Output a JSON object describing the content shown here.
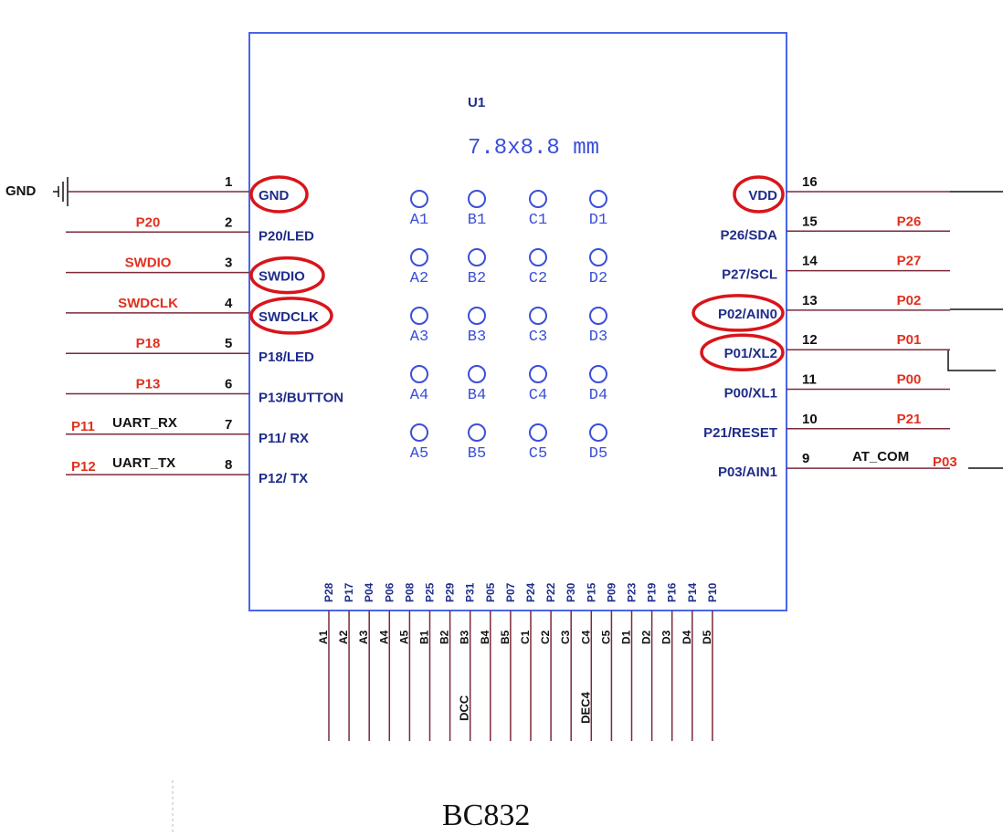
{
  "chip": {
    "ref": "U1",
    "size": "7.8x8.8 mm",
    "caption": "BC832",
    "gnd_label": "GND"
  },
  "left_pins": [
    {
      "num": "1",
      "name": "GND",
      "net": "",
      "net_black": "",
      "highlight": true
    },
    {
      "num": "2",
      "name": "P20/LED",
      "net": "P20",
      "net_black": "",
      "highlight": false
    },
    {
      "num": "3",
      "name": "SWDIO",
      "net": "SWDIO",
      "net_black": "",
      "highlight": true
    },
    {
      "num": "4",
      "name": "SWDCLK",
      "net": "SWDCLK",
      "net_black": "",
      "highlight": true
    },
    {
      "num": "5",
      "name": "P18/LED",
      "net": "P18",
      "net_black": "",
      "highlight": false
    },
    {
      "num": "6",
      "name": "P13/BUTTON",
      "net": "P13",
      "net_black": "",
      "highlight": false
    },
    {
      "num": "7",
      "name": "P11/ RX",
      "net": "P11",
      "net_black": "UART_RX",
      "highlight": false
    },
    {
      "num": "8",
      "name": "P12/ TX",
      "net": "P12",
      "net_black": "UART_TX",
      "highlight": false
    }
  ],
  "right_pins": [
    {
      "num": "16",
      "name": "VDD",
      "net": "",
      "net_black": "",
      "highlight": true
    },
    {
      "num": "15",
      "name": "P26/SDA",
      "net": "P26",
      "net_black": "",
      "highlight": false
    },
    {
      "num": "14",
      "name": "P27/SCL",
      "net": "P27",
      "net_black": "",
      "highlight": false
    },
    {
      "num": "13",
      "name": "P02/AIN0",
      "net": "P02",
      "net_black": "",
      "highlight": true
    },
    {
      "num": "12",
      "name": "P01/XL2",
      "net": "P01",
      "net_black": "",
      "highlight": true
    },
    {
      "num": "11",
      "name": "P00/XL1",
      "net": "P00",
      "net_black": "",
      "highlight": false
    },
    {
      "num": "10",
      "name": "P21/RESET",
      "net": "P21",
      "net_black": "",
      "highlight": false
    },
    {
      "num": "9",
      "name": "P03/AIN1",
      "net": "P03",
      "net_black": "AT_COM",
      "highlight": false
    }
  ],
  "balls": [
    [
      "A1",
      "B1",
      "C1",
      "D1"
    ],
    [
      "A2",
      "B2",
      "C2",
      "D2"
    ],
    [
      "A3",
      "B3",
      "C3",
      "D3"
    ],
    [
      "A4",
      "B4",
      "C4",
      "D4"
    ],
    [
      "A5",
      "B5",
      "C5",
      "D5"
    ]
  ],
  "bottom_pins": [
    {
      "name": "P28",
      "ball": "A1",
      "net": ""
    },
    {
      "name": "P17",
      "ball": "A2",
      "net": ""
    },
    {
      "name": "P04",
      "ball": "A3",
      "net": ""
    },
    {
      "name": "P06",
      "ball": "A4",
      "net": ""
    },
    {
      "name": "P08",
      "ball": "A5",
      "net": ""
    },
    {
      "name": "P25",
      "ball": "B1",
      "net": ""
    },
    {
      "name": "P29",
      "ball": "B2",
      "net": ""
    },
    {
      "name": "P31",
      "ball": "B3",
      "net": "DCC"
    },
    {
      "name": "P05",
      "ball": "B4",
      "net": ""
    },
    {
      "name": "P07",
      "ball": "B5",
      "net": ""
    },
    {
      "name": "P24",
      "ball": "C1",
      "net": ""
    },
    {
      "name": "P22",
      "ball": "C2",
      "net": ""
    },
    {
      "name": "P30",
      "ball": "C3",
      "net": ""
    },
    {
      "name": "P15",
      "ball": "C4",
      "net": "DEC4"
    },
    {
      "name": "P09",
      "ball": "C5",
      "net": ""
    },
    {
      "name": "P23",
      "ball": "D1",
      "net": ""
    },
    {
      "name": "P19",
      "ball": "D2",
      "net": ""
    },
    {
      "name": "P16",
      "ball": "D3",
      "net": ""
    },
    {
      "name": "P14",
      "ball": "D4",
      "net": ""
    },
    {
      "name": "P10",
      "ball": "D5",
      "net": ""
    }
  ]
}
